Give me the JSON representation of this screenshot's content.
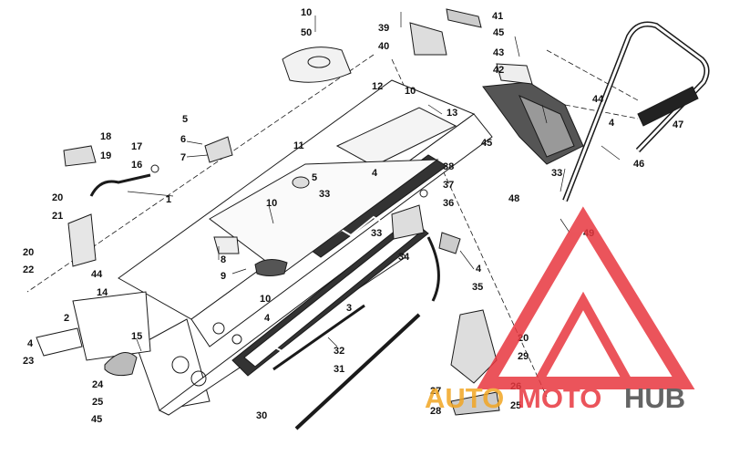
{
  "callouts": [
    {
      "n": "1"
    },
    {
      "n": "2"
    },
    {
      "n": "3"
    },
    {
      "n": "4"
    },
    {
      "n": "4"
    },
    {
      "n": "4"
    },
    {
      "n": "4"
    },
    {
      "n": "4"
    },
    {
      "n": "5"
    },
    {
      "n": "5"
    },
    {
      "n": "6"
    },
    {
      "n": "7"
    },
    {
      "n": "8"
    },
    {
      "n": "9"
    },
    {
      "n": "10"
    },
    {
      "n": "10"
    },
    {
      "n": "10"
    },
    {
      "n": "10"
    },
    {
      "n": "11"
    },
    {
      "n": "12"
    },
    {
      "n": "13"
    },
    {
      "n": "14"
    },
    {
      "n": "15"
    },
    {
      "n": "16"
    },
    {
      "n": "17"
    },
    {
      "n": "18"
    },
    {
      "n": "19"
    },
    {
      "n": "20"
    },
    {
      "n": "20"
    },
    {
      "n": "20"
    },
    {
      "n": "21"
    },
    {
      "n": "22"
    },
    {
      "n": "23"
    },
    {
      "n": "24"
    },
    {
      "n": "25"
    },
    {
      "n": "25"
    },
    {
      "n": "26"
    },
    {
      "n": "27"
    },
    {
      "n": "28"
    },
    {
      "n": "29"
    },
    {
      "n": "30"
    },
    {
      "n": "31"
    },
    {
      "n": "32"
    },
    {
      "n": "33"
    },
    {
      "n": "33"
    },
    {
      "n": "33"
    },
    {
      "n": "34"
    },
    {
      "n": "35"
    },
    {
      "n": "36"
    },
    {
      "n": "37"
    },
    {
      "n": "38"
    },
    {
      "n": "39"
    },
    {
      "n": "40"
    },
    {
      "n": "41"
    },
    {
      "n": "42"
    },
    {
      "n": "43"
    },
    {
      "n": "44"
    },
    {
      "n": "44"
    },
    {
      "n": "45"
    },
    {
      "n": "45"
    },
    {
      "n": "45"
    },
    {
      "n": "46"
    },
    {
      "n": "47"
    },
    {
      "n": "48"
    },
    {
      "n": "49"
    },
    {
      "n": "50"
    }
  ],
  "watermark": {
    "part1": "AUTO",
    "part2": "MOTO",
    "part3": "HUB",
    "color_logo": "#e8373f",
    "color_auto": "#f2a623",
    "color_moto": "#e8373f",
    "color_hub": "#4a4a4a"
  }
}
